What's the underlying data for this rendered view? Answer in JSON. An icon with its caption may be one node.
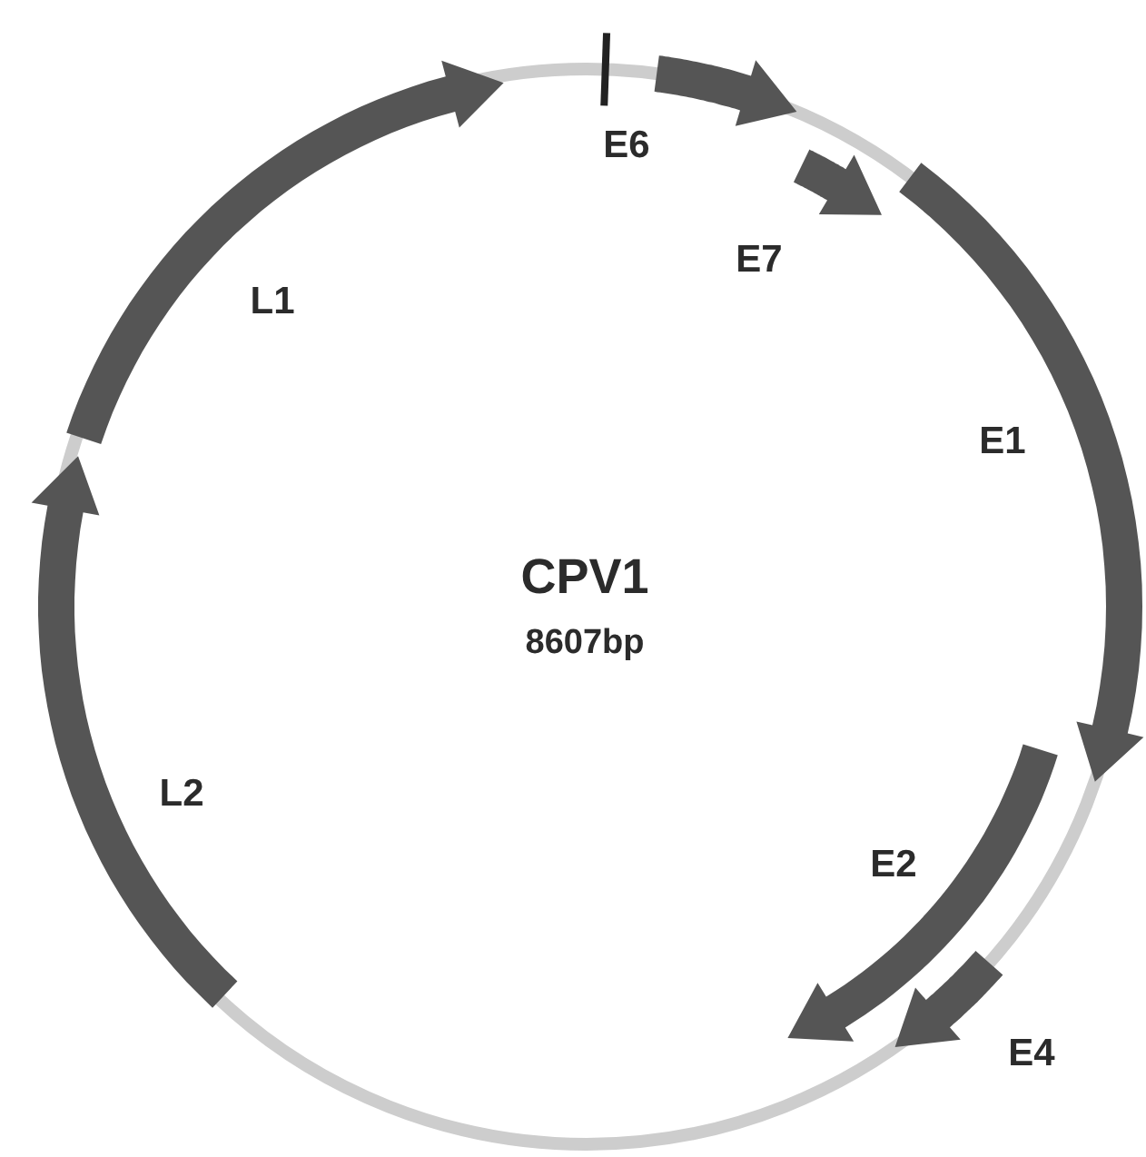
{
  "diagram": {
    "nodes": [
      {
        "text": [],
        "shape": "arrow",
        "beside": [
          "E6"
        ]
      },
      {
        "text": [],
        "shape": "arrow",
        "beside": [
          "E7"
        ]
      },
      {
        "text": [],
        "shape": "arrow",
        "beside": [
          "L1"
        ]
      },
      {
        "text": [],
        "shape": "arrow",
        "beside": [
          "E1"
        ]
      },
      {
        "text": [],
        "shape": "arrow",
        "beside": [
          "L2"
        ]
      },
      {
        "text": [],
        "shape": "arrow",
        "beside": [
          "E2"
        ]
      },
      {
        "text": [],
        "shape": "arrow",
        "beside": [
          "E4"
        ]
      }
    ],
    "labels": [
      "CPV1",
      "8607bp"
    ]
  }
}
